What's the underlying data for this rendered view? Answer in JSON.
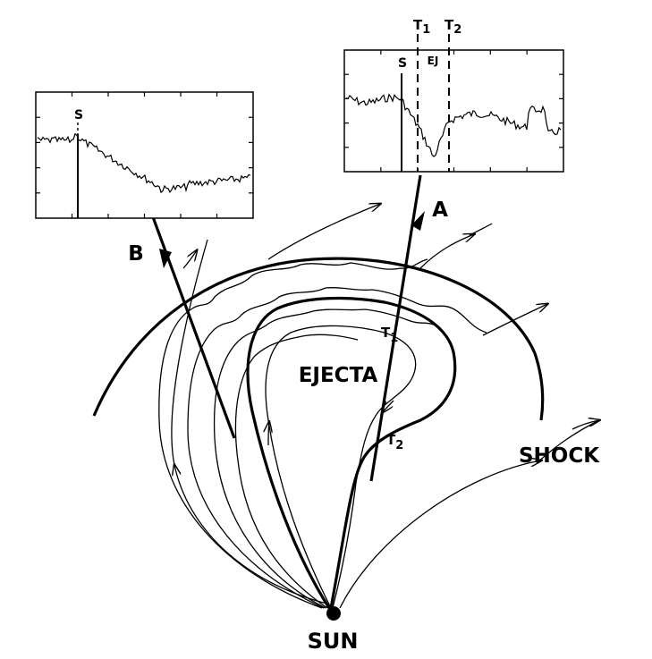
{
  "labels": {
    "sun": "SUN",
    "ejecta": "EJECTA",
    "shock": "SHOCK",
    "spacecraft_a": "A",
    "spacecraft_b": "B",
    "t1": "T",
    "t1_sub": "1",
    "t2": "T",
    "t2_sub": "2"
  },
  "plot_a": {
    "shock_marker": "S",
    "ejecta_marker": "EJ",
    "t1": "T",
    "t1_sub": "1",
    "t2": "T",
    "t2_sub": "2"
  },
  "plot_b": {
    "shock_marker": "S"
  }
}
